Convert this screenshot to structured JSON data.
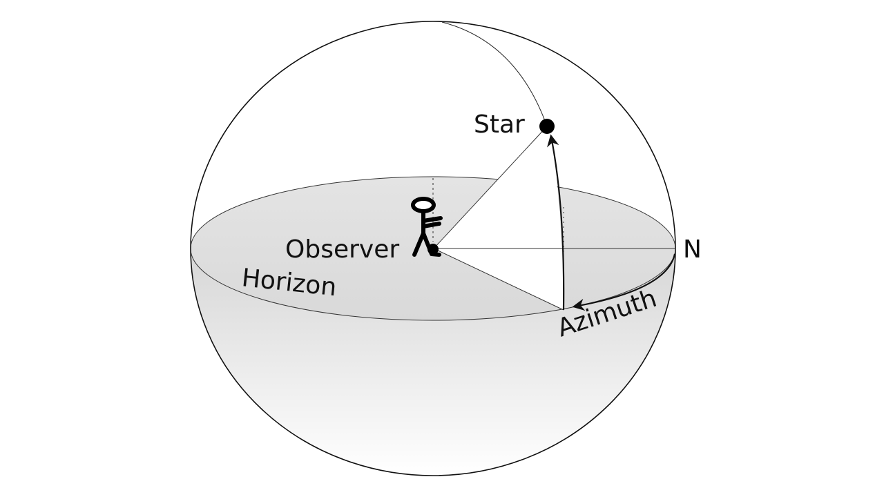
{
  "labels": {
    "star": "Star",
    "observer": "Observer",
    "north": "N",
    "horizon": "Horizon",
    "azimuth": "Azimuth"
  },
  "colors": {
    "ink": "#111111",
    "horizon_fill_top": "#e6e6e6",
    "hemisphere_fill_top": "#d9d9d9",
    "hemisphere_fill_bottom": "#ffffff"
  }
}
